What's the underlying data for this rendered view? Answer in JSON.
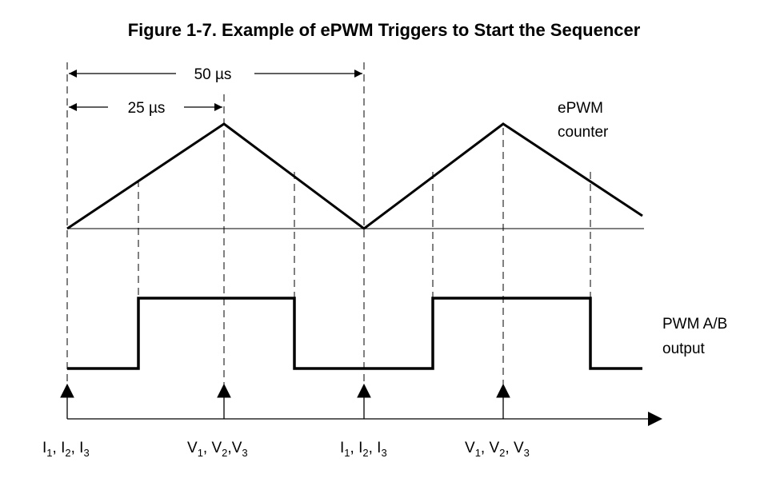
{
  "figure": {
    "title": "Figure 1-7.  Example of ePWM Triggers to Start the Sequencer"
  },
  "dimensions": {
    "period_label": "50 µs",
    "half_period_label": "25 µs"
  },
  "waveforms": {
    "counter_label_line1": "ePWM",
    "counter_label_line2": "counter",
    "pwm_label_line1": "PWM A/B",
    "pwm_label_line2": "output"
  },
  "triggers": [
    {
      "letter": "I",
      "subs": [
        "1",
        "2",
        "3"
      ],
      "separators": [
        ", ",
        ", "
      ]
    },
    {
      "letter": "V",
      "subs": [
        "1",
        "2",
        "3"
      ],
      "separators": [
        ", ",
        ","
      ]
    },
    {
      "letter": "I",
      "subs": [
        "1",
        "2",
        "3"
      ],
      "separators": [
        ", ",
        ", "
      ]
    },
    {
      "letter": "V",
      "subs": [
        "1",
        "2",
        "3"
      ],
      "separators": [
        ", ",
        ", "
      ]
    }
  ]
}
